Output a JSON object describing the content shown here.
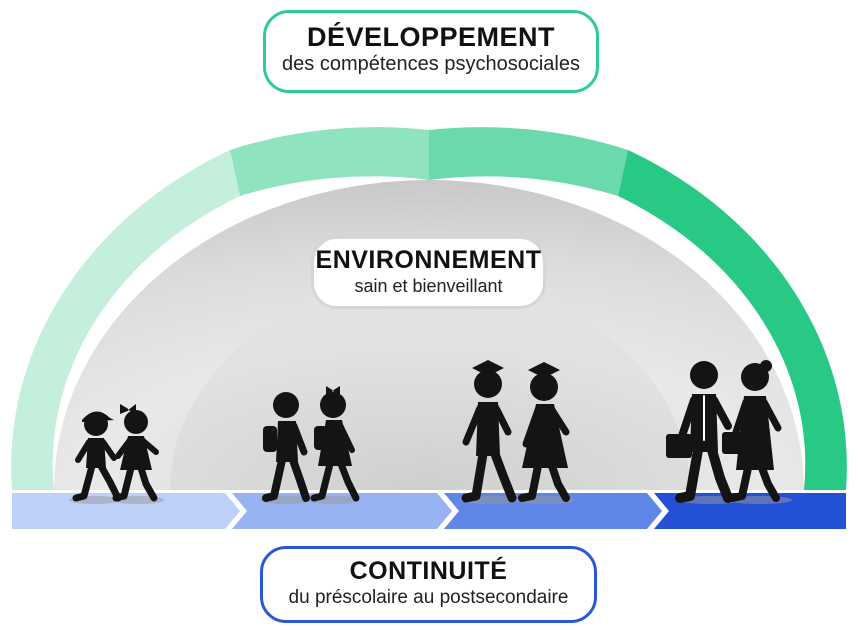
{
  "top_label": {
    "title": "DÉVELOPPEMENT",
    "subtitle": "des compétences psychosociales"
  },
  "middle_label": {
    "title": "ENVIRONNEMENT",
    "subtitle": "sain et bienveillant"
  },
  "bottom_label": {
    "title": "CONTINUITÉ",
    "subtitle": "du préscolaire au postsecondaire"
  },
  "arc_segment_colors": [
    "#c5efdd",
    "#8fe3be",
    "#6ad9ab",
    "#28c985"
  ],
  "arrow_segment_colors": [
    "#bdd0f7",
    "#97b3f1",
    "#5f86e6",
    "#2450d6"
  ],
  "stages": [
    {
      "name": "preschool",
      "figures": [
        "boy-with-cap",
        "girl-with-bow"
      ]
    },
    {
      "name": "elementary",
      "figures": [
        "boy-with-backpack",
        "girl-with-backpack"
      ]
    },
    {
      "name": "graduates",
      "figures": [
        "graduate-man",
        "graduate-woman"
      ]
    },
    {
      "name": "workers",
      "figures": [
        "businessman-with-briefcase",
        "businesswoman-with-briefcase"
      ]
    }
  ]
}
